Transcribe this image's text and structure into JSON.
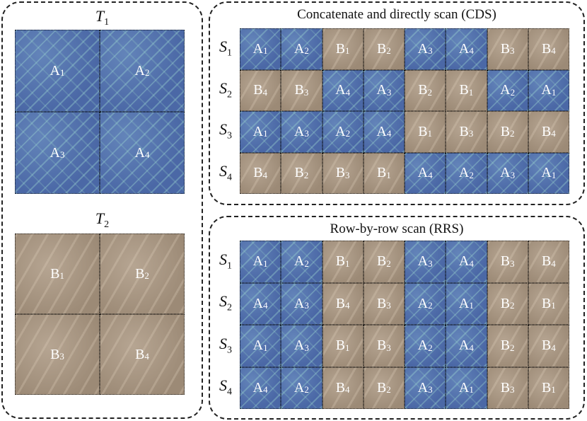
{
  "left_panel": {
    "t1_label": "T",
    "t1_sub": "1",
    "t2_label": "T",
    "t2_sub": "2",
    "t1_tiles": [
      "A|1",
      "A|2",
      "A|3",
      "A|4"
    ],
    "t2_tiles": [
      "B|1",
      "B|2",
      "B|3",
      "B|4"
    ]
  },
  "cds_panel": {
    "title": "Concatenate and directly scan (CDS)",
    "rows": [
      {
        "label": "S",
        "sub": "1",
        "tiles": [
          "A|1",
          "A|2",
          "B|1",
          "B|2",
          "A|3",
          "A|4",
          "B|3",
          "B|4"
        ]
      },
      {
        "label": "S",
        "sub": "2",
        "tiles": [
          "B|4",
          "B|3",
          "A|4",
          "A|3",
          "B|2",
          "B|1",
          "A|2",
          "A|1"
        ]
      },
      {
        "label": "S",
        "sub": "3",
        "tiles": [
          "A|1",
          "A|3",
          "A|2",
          "A|4",
          "B|1",
          "B|3",
          "B|2",
          "B|4"
        ]
      },
      {
        "label": "S",
        "sub": "4",
        "tiles": [
          "B|4",
          "B|2",
          "B|3",
          "B|1",
          "A|4",
          "A|2",
          "A|3",
          "A|1"
        ]
      }
    ]
  },
  "rrs_panel": {
    "title": "Row-by-row scan (RRS)",
    "rows": [
      {
        "label": "S",
        "sub": "1",
        "tiles": [
          "A|1",
          "A|2",
          "B|1",
          "B|2",
          "A|3",
          "A|4",
          "B|3",
          "B|4"
        ]
      },
      {
        "label": "S",
        "sub": "2",
        "tiles": [
          "A|4",
          "A|3",
          "B|4",
          "B|3",
          "A|2",
          "A|1",
          "B|2",
          "B|1"
        ]
      },
      {
        "label": "S",
        "sub": "3",
        "tiles": [
          "A|1",
          "A|3",
          "B|1",
          "B|3",
          "A|2",
          "A|4",
          "B|2",
          "B|4"
        ]
      },
      {
        "label": "S",
        "sub": "4",
        "tiles": [
          "A|4",
          "A|2",
          "B|4",
          "B|2",
          "A|3",
          "A|1",
          "B|3",
          "B|1"
        ]
      }
    ]
  },
  "colors": {
    "A": "#4b68a6",
    "B": "#a08f7c"
  }
}
